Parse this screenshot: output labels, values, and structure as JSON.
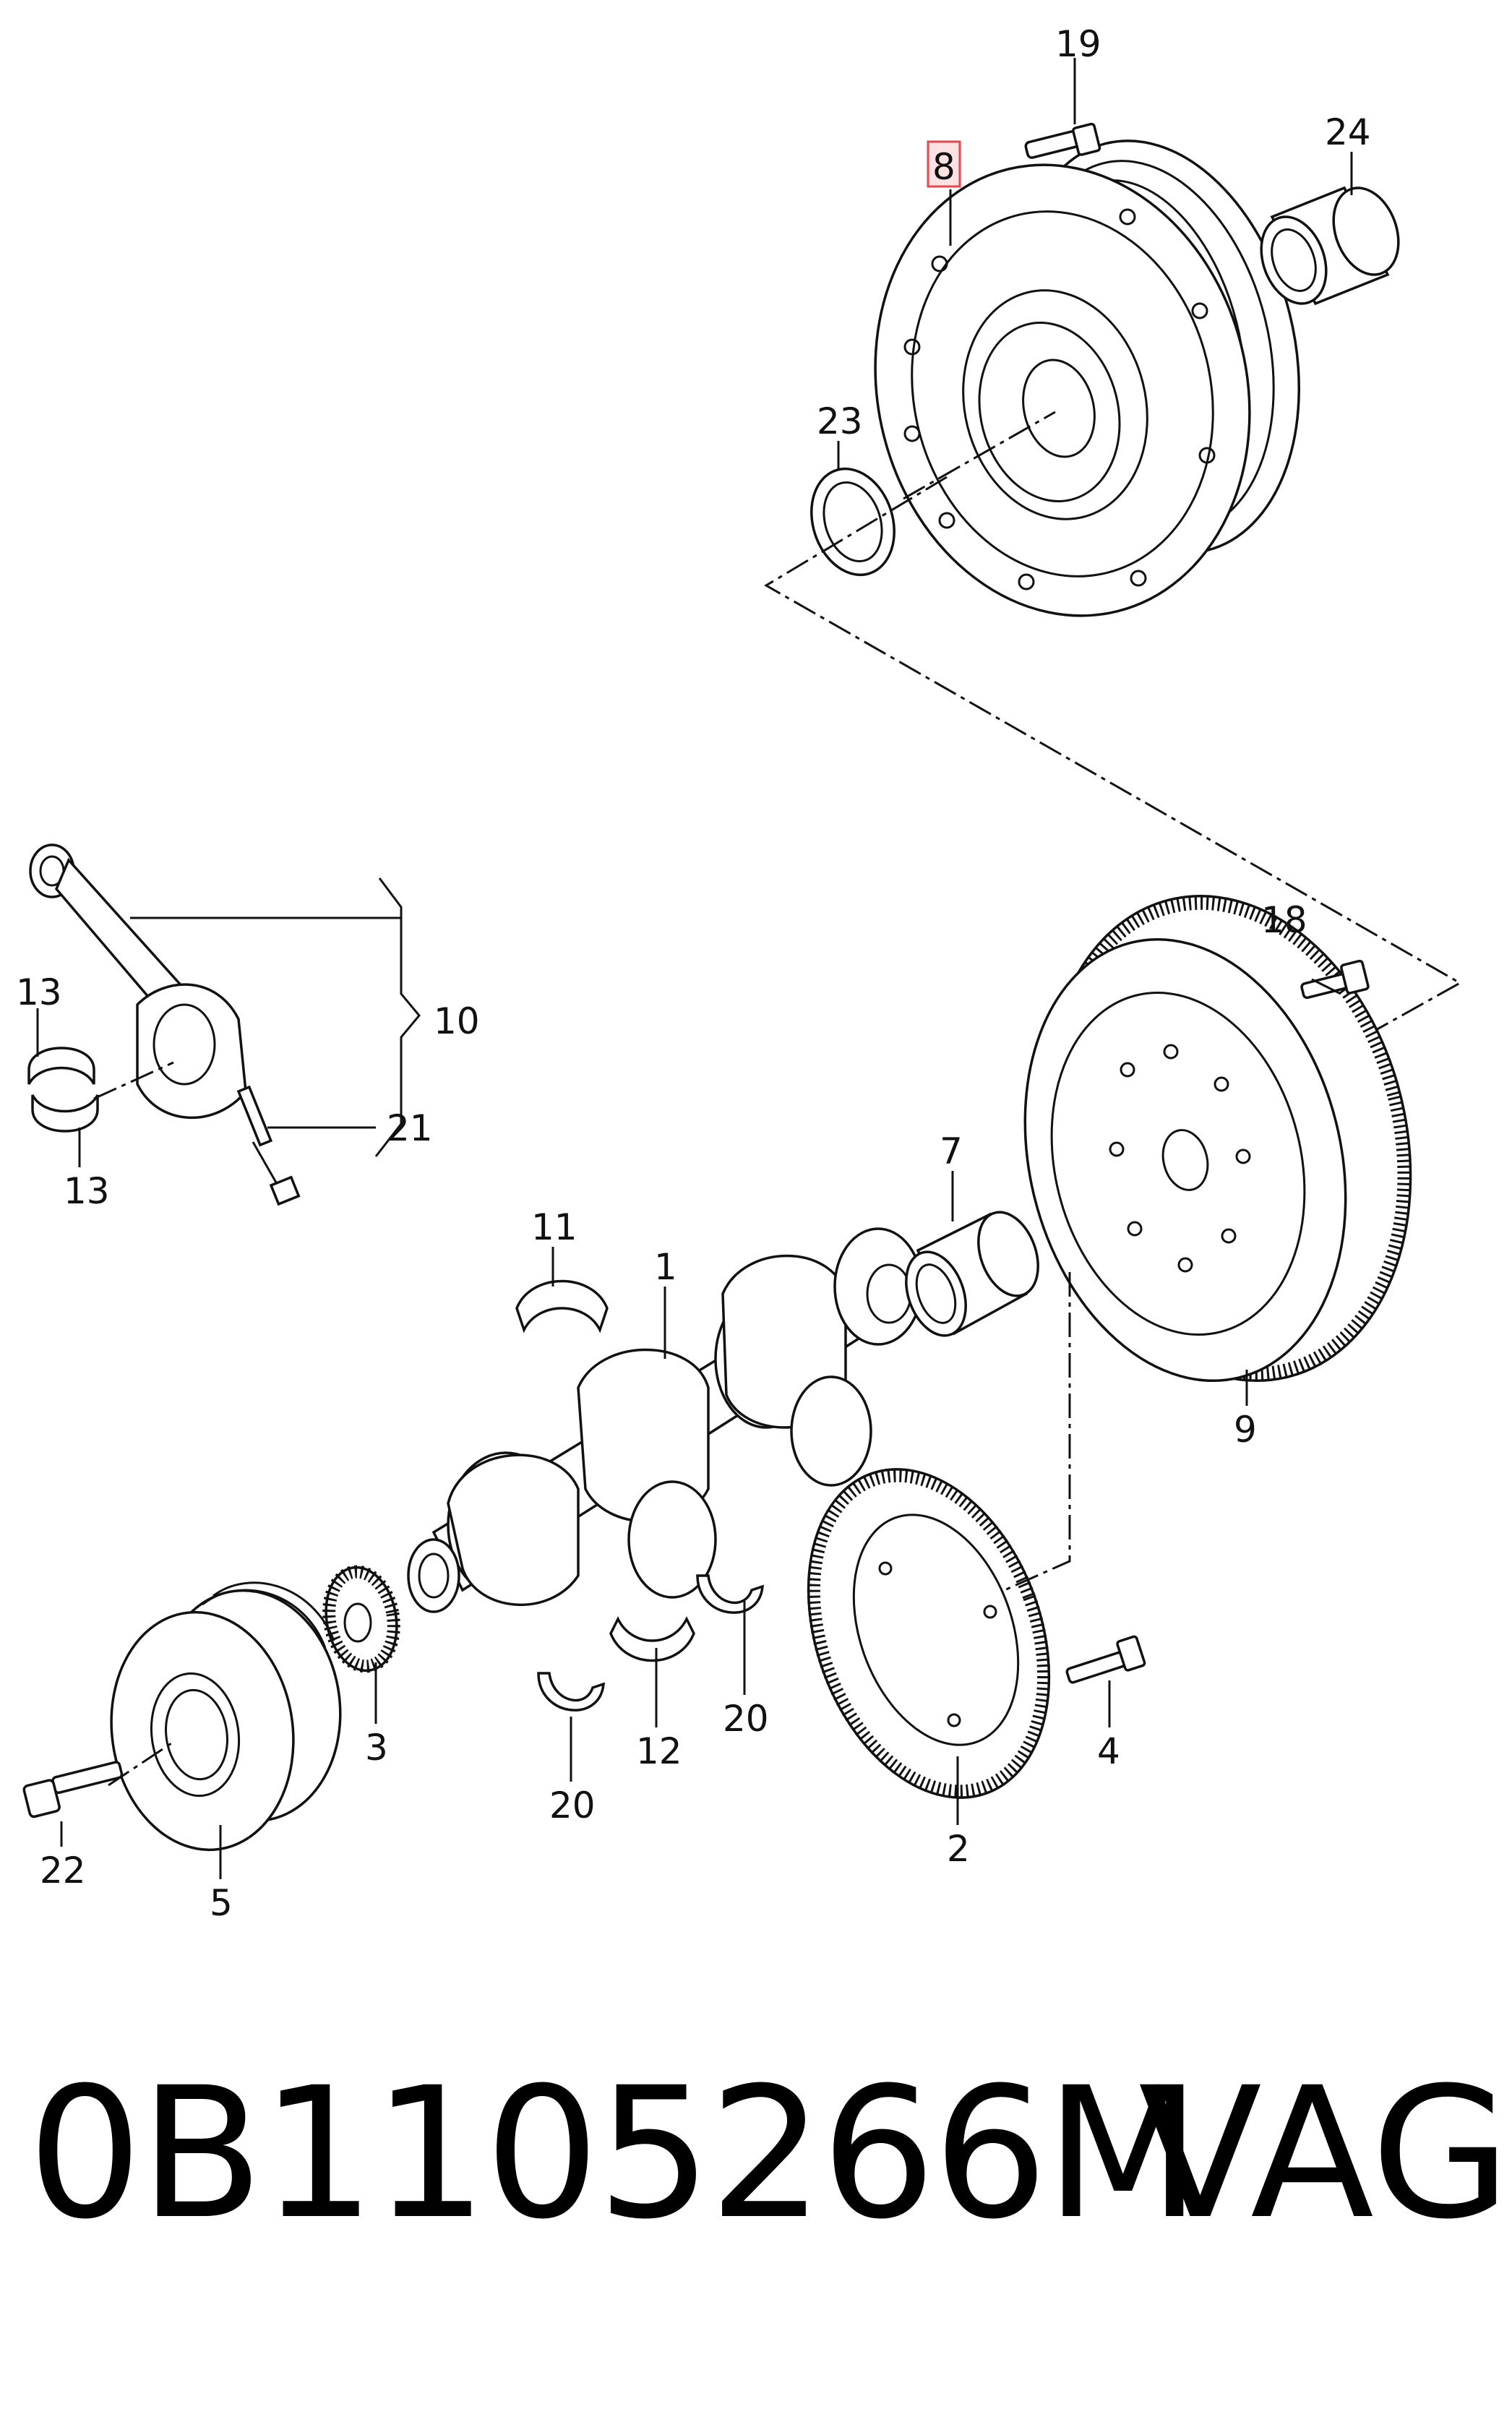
{
  "diagram": {
    "callouts": {
      "c1": "1",
      "c2": "2",
      "c3": "3",
      "c4": "4",
      "c5": "5",
      "c7": "7",
      "c8": "8",
      "c9": "9",
      "c10": "10",
      "c11": "11",
      "c12": "12",
      "c13a": "13",
      "c13b": "13",
      "c18": "18",
      "c19": "19",
      "c20a": "20",
      "c20b": "20",
      "c21": "21",
      "c22": "22",
      "c23": "23",
      "c24": "24"
    },
    "highlight_color": "#e8474c",
    "highlighted_part": "8"
  },
  "footer": {
    "part_number": "0B1105266M",
    "brand": "VAG"
  }
}
